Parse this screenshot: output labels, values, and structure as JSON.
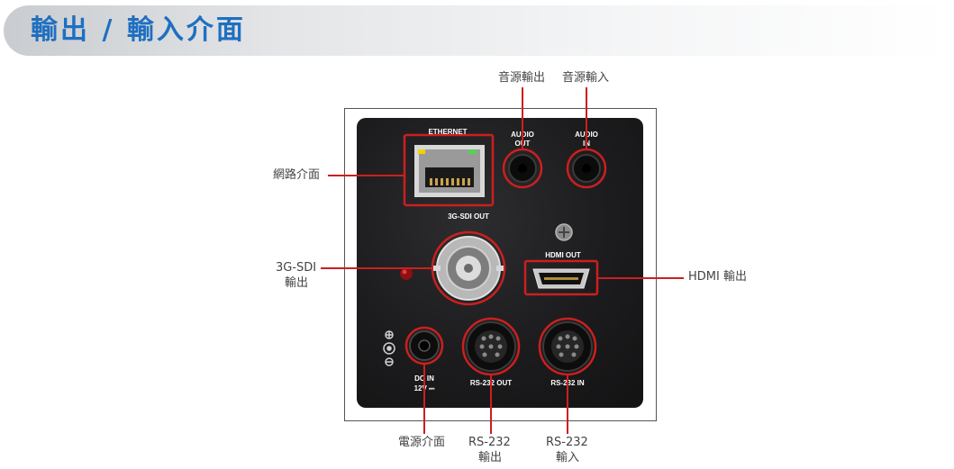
{
  "header": {
    "title": "輸出 / 輸入介面"
  },
  "panel": {
    "ethernet": "ETHERNET",
    "audio_out": [
      "AUDIO",
      "OUT"
    ],
    "audio_in": [
      "AUDIO",
      "IN"
    ],
    "sdi_out": "3G-SDI OUT",
    "hdmi_out": "HDMI OUT",
    "dc_in": [
      "DC IN",
      "12V ⎓"
    ],
    "rs232_out": "RS-232 OUT",
    "rs232_in": "RS-232 IN"
  },
  "callouts": {
    "audio_out": "音源輸出",
    "audio_in": "音源輸入",
    "network": "網路介面",
    "sdi": [
      "3G-SDI",
      "輸出"
    ],
    "hdmi": "HDMI 輸出",
    "power": "電源介面",
    "rs232_out": [
      "RS-232",
      "輸出"
    ],
    "rs232_in": [
      "RS-232",
      "輸入"
    ]
  },
  "colors": {
    "title": "#1f6fc0",
    "callout_line": "#cc1f1f",
    "device": "#1c1c1e"
  }
}
